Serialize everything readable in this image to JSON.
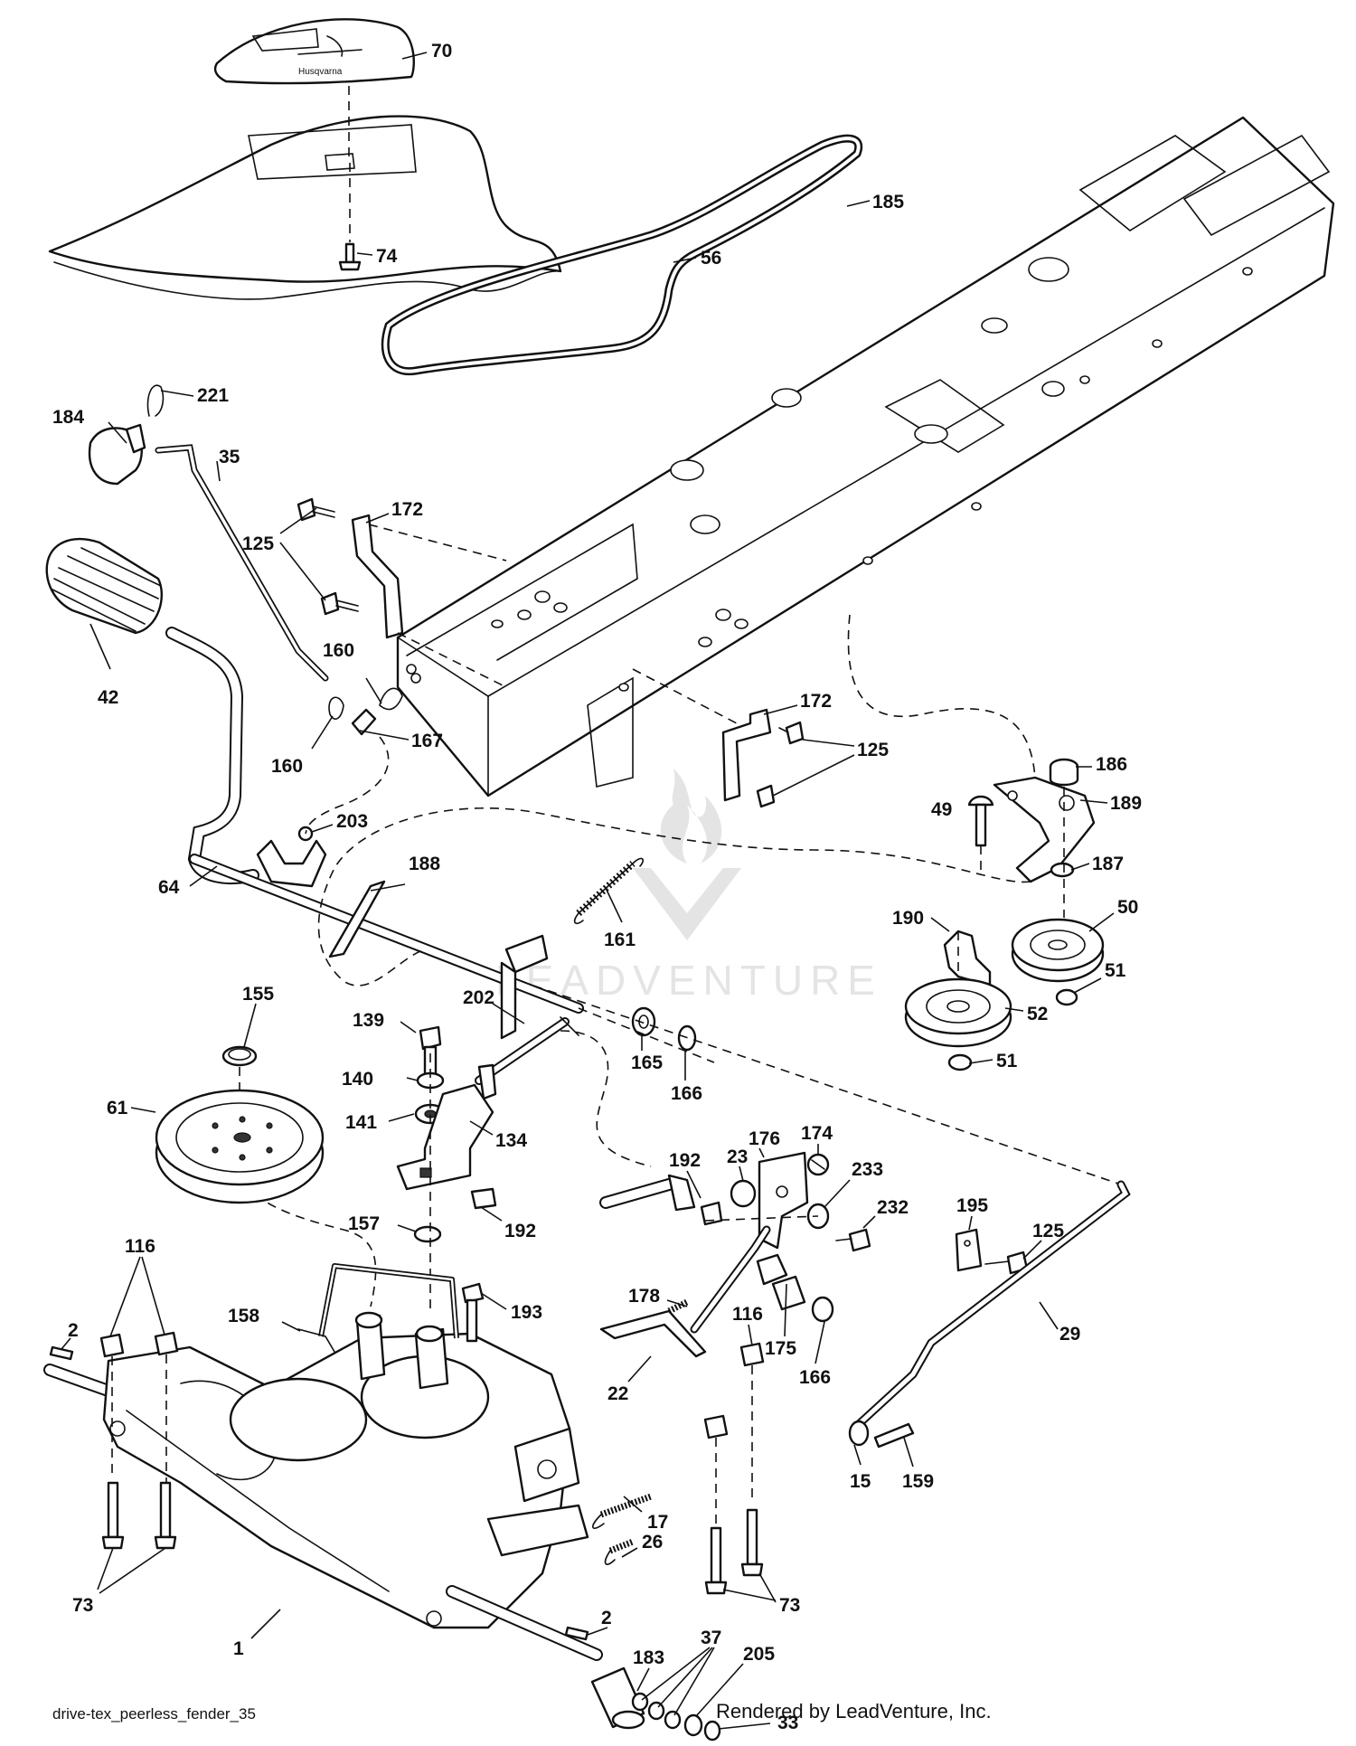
{
  "diagram": {
    "filename": "drive-tex_peerless_fender_35",
    "credit": "Rendered by LeadVenture, Inc.",
    "watermark": "LEADVENTURE",
    "callouts": [
      "70",
      "74",
      "56",
      "185",
      "221",
      "184",
      "35",
      "172",
      "125",
      "42",
      "160",
      "167",
      "172",
      "125",
      "186",
      "189",
      "49",
      "187",
      "203",
      "64",
      "188",
      "161",
      "190",
      "50",
      "51",
      "52",
      "51",
      "155",
      "139",
      "202",
      "165",
      "166",
      "140",
      "61",
      "141",
      "134",
      "174",
      "192",
      "23",
      "176",
      "233",
      "232",
      "157",
      "192",
      "116",
      "195",
      "125",
      "178",
      "158",
      "193",
      "29",
      "2",
      "175",
      "166",
      "22",
      "116",
      "17",
      "15",
      "159",
      "26",
      "73",
      "73",
      "1",
      "2",
      "183",
      "37",
      "205",
      "33",
      "125",
      "125",
      "160"
    ]
  }
}
